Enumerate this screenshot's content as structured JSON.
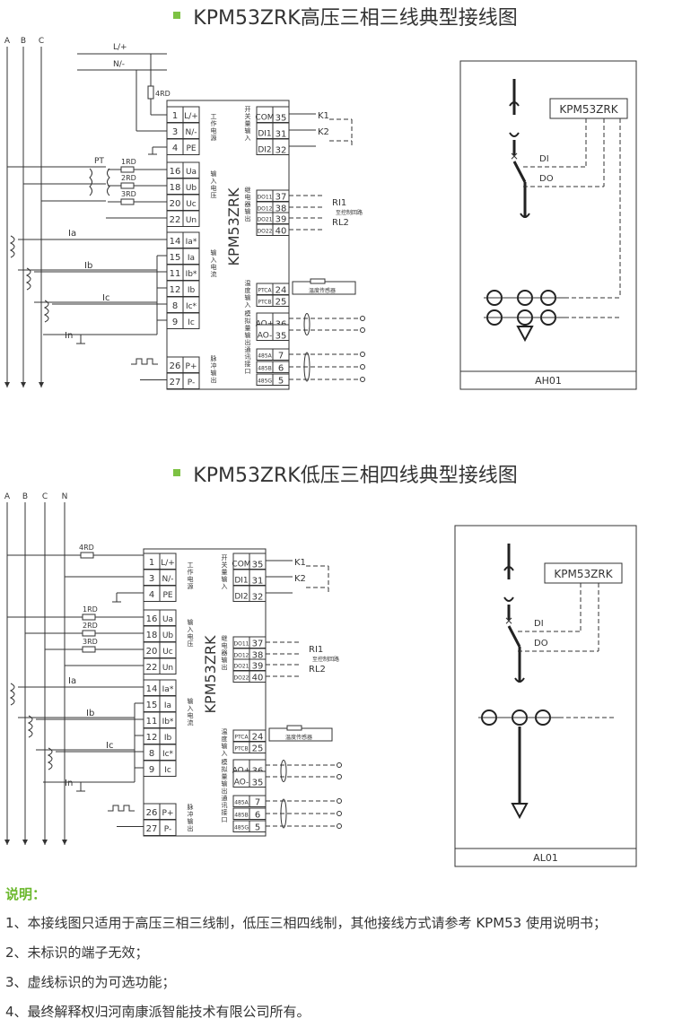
{
  "diagrams": [
    {
      "title": "KPM53ZRK高压三相三线典型接线图",
      "phases": [
        "A",
        "B",
        "C"
      ],
      "device": "KPM53ZRK",
      "box_label": "AH01",
      "pt_label": "PT",
      "fuses": [
        "4RD",
        "1RD",
        "2RD",
        "3RD"
      ],
      "currents": [
        "Ia",
        "Ib",
        "Ic",
        "In"
      ]
    },
    {
      "title": "KPM53ZRK低压三相四线典型接线图",
      "phases": [
        "A",
        "B",
        "C",
        "N"
      ],
      "device": "KPM53ZRK",
      "box_label": "AL01",
      "fuses": [
        "4RD",
        "1RD",
        "2RD",
        "3RD"
      ],
      "currents": [
        "Ia",
        "Ib",
        "Ic",
        "In"
      ]
    }
  ],
  "terminals_left": [
    {
      "num": "1",
      "name": "L/+"
    },
    {
      "num": "3",
      "name": "N/-"
    },
    {
      "num": "4",
      "name": "PE"
    },
    {
      "num": "16",
      "name": "Ua"
    },
    {
      "num": "18",
      "name": "Ub"
    },
    {
      "num": "20",
      "name": "Uc"
    },
    {
      "num": "22",
      "name": "Un"
    },
    {
      "num": "14",
      "name": "Ia*"
    },
    {
      "num": "15",
      "name": "Ia"
    },
    {
      "num": "11",
      "name": "Ib*"
    },
    {
      "num": "12",
      "name": "Ib"
    },
    {
      "num": "8",
      "name": "Ic*"
    },
    {
      "num": "9",
      "name": "Ic"
    },
    {
      "num": "26",
      "name": "P+"
    },
    {
      "num": "27",
      "name": "P-"
    }
  ],
  "group_labels_left": [
    "工作电源",
    "输入电压",
    "输入电流",
    "脉冲输出"
  ],
  "terminals_right": [
    {
      "name": "COM",
      "num": "35"
    },
    {
      "name": "DI1",
      "num": "31"
    },
    {
      "name": "DI2",
      "num": "32"
    },
    {
      "name": "DO11",
      "num": "37"
    },
    {
      "name": "DO12",
      "num": "38"
    },
    {
      "name": "DO21",
      "num": "39"
    },
    {
      "name": "DO22",
      "num": "40"
    },
    {
      "name": "PTCA",
      "num": "24"
    },
    {
      "name": "PTCB",
      "num": "25"
    },
    {
      "name": "AO+",
      "num": "36"
    },
    {
      "name": "AO-",
      "num": "35"
    },
    {
      "name": "485A",
      "num": "7"
    },
    {
      "name": "485B",
      "num": "6"
    },
    {
      "name": "485G",
      "num": "5"
    }
  ],
  "group_labels_right": [
    "开关量输入",
    "继电器输出",
    "温度输入",
    "模拟量输出",
    "通讯接口"
  ],
  "right_side": {
    "k1": "K1",
    "k2": "K2",
    "ri1": "RI1",
    "rl2": "RL2",
    "relay_note": "至控制回路",
    "sensor": "温度传感器",
    "power_l": "L/+",
    "power_n": "N/-"
  },
  "cabinet": {
    "di": "DI",
    "do": "DO"
  },
  "notes": {
    "heading": "说明：",
    "lines": [
      "1、本接线图只适用于高压三相三线制，低压三相四线制，其他接线方式请参考 KPM53 使用说明书；",
      "2、未标识的端子无效；",
      "3、虚线标识的为可选功能；",
      "4、最终解释权归河南康派智能技术有限公司所有。"
    ]
  },
  "colors": {
    "accent": "#7dc243",
    "heading": "#6bb82d",
    "line": "#333333"
  }
}
